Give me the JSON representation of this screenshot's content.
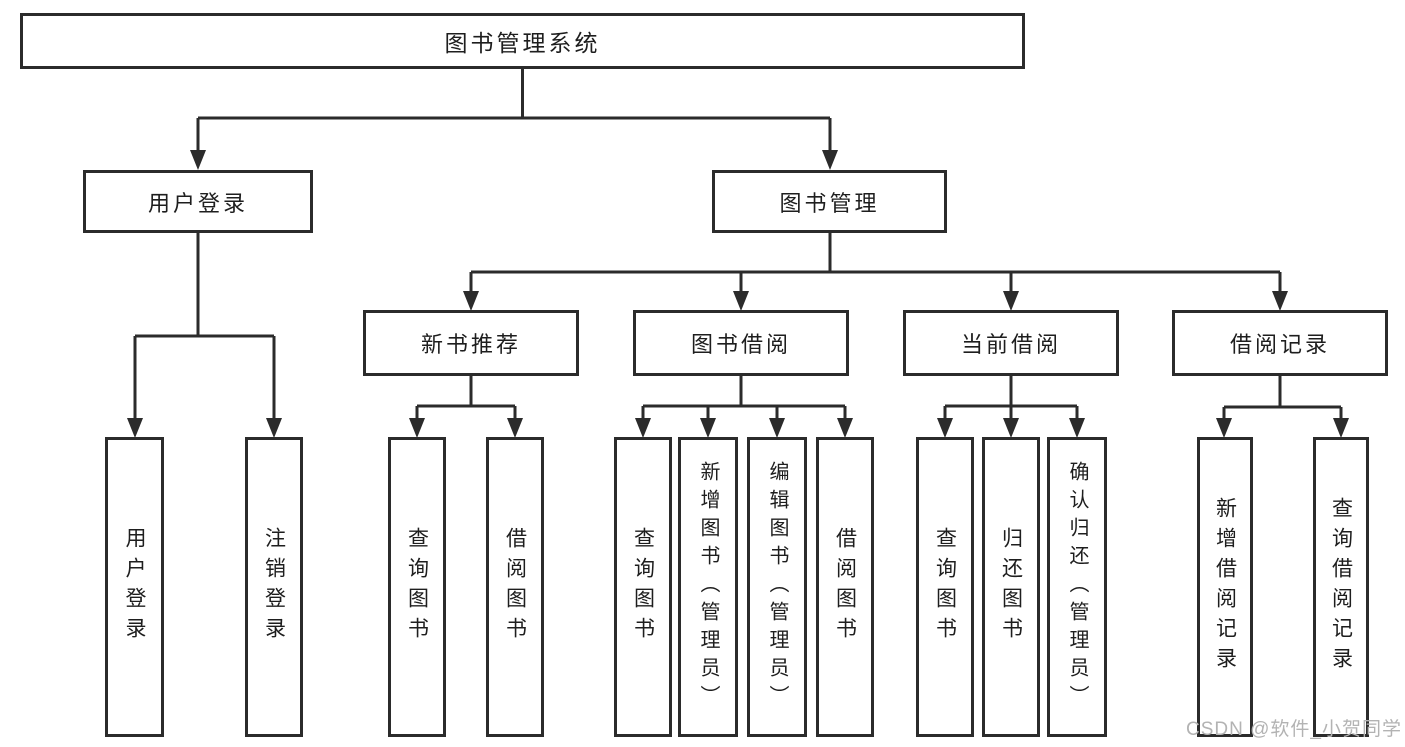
{
  "diagram": {
    "title": "图书管理系统",
    "tree": {
      "label": "图书管理系统",
      "children": [
        {
          "label": "用户登录",
          "children": [
            {
              "label": "用户登录"
            },
            {
              "label": "注销登录"
            }
          ]
        },
        {
          "label": "图书管理",
          "children": [
            {
              "label": "新书推荐",
              "children": [
                {
                  "label": "查询图书"
                },
                {
                  "label": "借阅图书"
                }
              ]
            },
            {
              "label": "图书借阅",
              "children": [
                {
                  "label": "查询图书"
                },
                {
                  "label": "新增图书（管理员）"
                },
                {
                  "label": "编辑图书（管理员）"
                },
                {
                  "label": "借阅图书"
                }
              ]
            },
            {
              "label": "当前借阅",
              "children": [
                {
                  "label": "查询图书"
                },
                {
                  "label": "归还图书"
                },
                {
                  "label": "确认归还（管理员）"
                }
              ]
            },
            {
              "label": "借阅记录",
              "children": [
                {
                  "label": "新增借阅记录"
                },
                {
                  "label": "查询借阅记录"
                }
              ]
            }
          ]
        }
      ]
    }
  },
  "watermark": {
    "text": "CSDN @软件_小贺同学"
  },
  "colors": {
    "line": "#2b2b2b",
    "box_border": "#2b2b2b",
    "text": "#1e1e1e",
    "background": "#ffffff",
    "watermark": "#b3b3b3"
  }
}
